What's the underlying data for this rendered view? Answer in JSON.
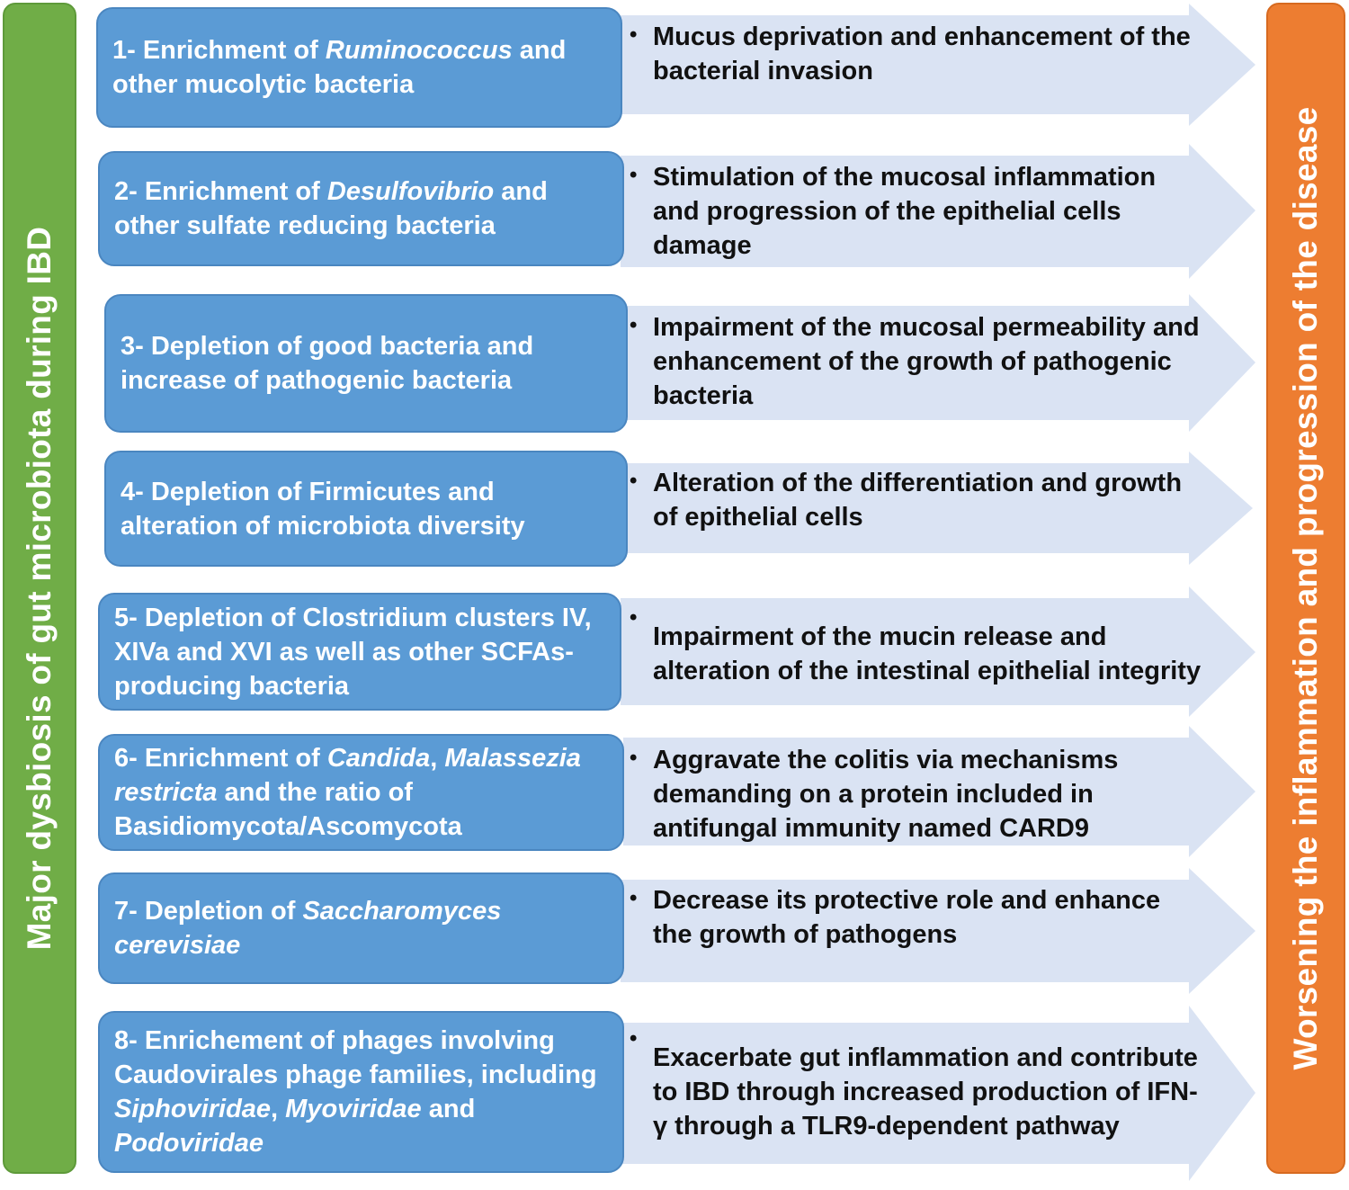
{
  "left_bar": {
    "label": "Major dysbiosis of gut microbiota during IBD"
  },
  "right_bar": {
    "label": "Worsening the inflammation and progression of the disease"
  },
  "rows": [
    {
      "cause": [
        {
          "t": "1- Enrichment of "
        },
        {
          "t": "Ruminococcus",
          "i": true
        },
        {
          "t": " and other mucolytic bacteria"
        }
      ],
      "effect": "Mucus deprivation and enhancement of the bacterial invasion"
    },
    {
      "cause": [
        {
          "t": "2- Enrichment of "
        },
        {
          "t": "Desulfovibrio",
          "i": true
        },
        {
          "t": " and other sulfate reducing bacteria"
        }
      ],
      "effect": "Stimulation of the mucosal inflammation and progression of the epithelial cells damage"
    },
    {
      "cause": [
        {
          "t": "3- Depletion of good bacteria and increase of pathogenic bacteria"
        }
      ],
      "effect": "Impairment of the mucosal permeability and enhancement of the growth of pathogenic bacteria"
    },
    {
      "cause": [
        {
          "t": "4- Depletion of Firmicutes and alteration of microbiota diversity"
        }
      ],
      "effect": "Alteration of the differentiation and growth of epithelial cells"
    },
    {
      "cause": [
        {
          "t": "5- Depletion of Clostridium clusters IV, XIVa and XVI as well as other SCFAs-producing bacteria"
        }
      ],
      "effect": "Impairment of the mucin release and alteration of the intestinal epithelial integrity"
    },
    {
      "cause": [
        {
          "t": "6- Enrichment of "
        },
        {
          "t": "Candida",
          "i": true
        },
        {
          "t": ", "
        },
        {
          "t": "Malassezia restricta",
          "i": true
        },
        {
          "t": " and the ratio of Basidiomycota/Ascomycota"
        }
      ],
      "effect": "Aggravate the colitis via mechanisms demanding on a protein included in antifungal immunity named CARD9"
    },
    {
      "cause": [
        {
          "t": "7- Depletion of "
        },
        {
          "t": "Saccharomyces cerevisiae",
          "i": true
        }
      ],
      "effect": "Decrease its protective role and enhance the growth of pathogens"
    },
    {
      "cause": [
        {
          "t": "8- Enrichement of phages involving Caudovirales phage families, including "
        },
        {
          "t": "Siphoviridae",
          "i": true
        },
        {
          "t": ", "
        },
        {
          "t": "Myoviridae",
          "i": true
        },
        {
          "t": " and "
        },
        {
          "t": "Podoviridae",
          "i": true
        }
      ],
      "effect": "Exacerbate gut inflammation and contribute to IBD through increased production of IFN-γ through a TLR9-dependent pathway"
    }
  ],
  "colors": {
    "left_bar": "#70ad47",
    "right_bar": "#ed7d31",
    "cause_box": "#5b9bd5",
    "arrow": "#dae3f3"
  }
}
